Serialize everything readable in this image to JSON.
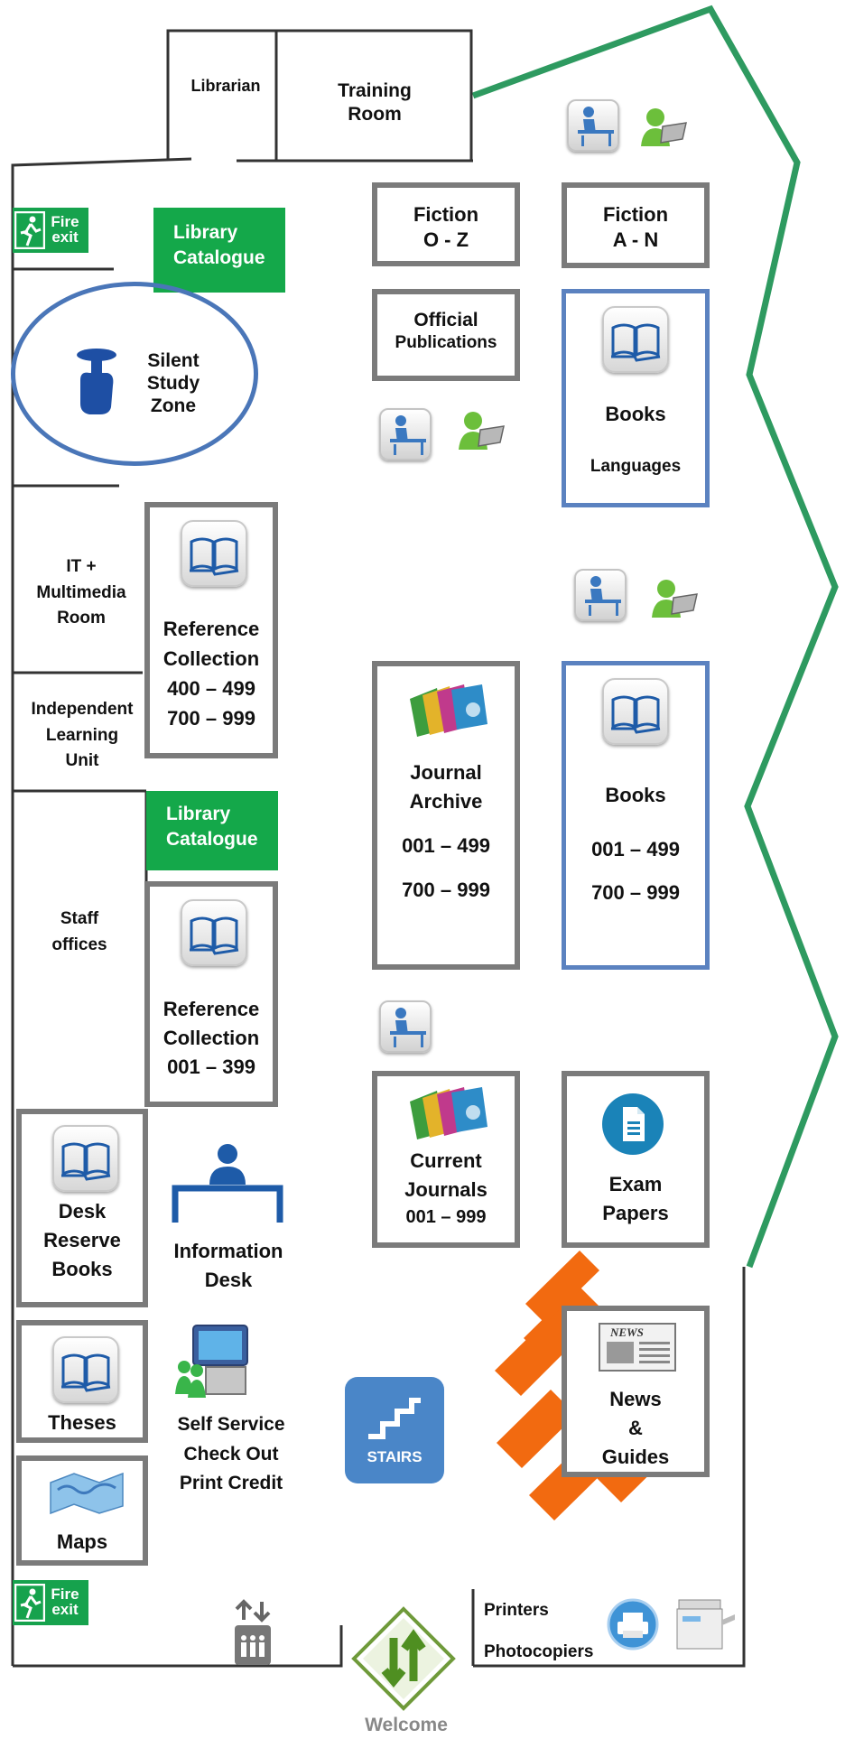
{
  "rooms": {
    "librarian": "Librarian",
    "training_room": [
      "Training",
      "Room"
    ],
    "it_multimedia": [
      "IT +",
      "Multimedia",
      "Room"
    ],
    "independent_learning": [
      "Independent",
      "Learning",
      "Unit"
    ],
    "staff_offices": [
      "Staff",
      "offices"
    ]
  },
  "fire_exit": [
    "Fire",
    "exit"
  ],
  "catalogue": [
    "Library",
    "Catalogue"
  ],
  "silent_zone": [
    "Silent",
    "Study",
    "Zone"
  ],
  "fiction_oz": [
    "Fiction",
    "O - Z"
  ],
  "fiction_an": [
    "Fiction",
    "A - N"
  ],
  "official_pubs": [
    "Official",
    "Publications"
  ],
  "books_languages": {
    "title": "Books",
    "sub": "Languages"
  },
  "reference_1": [
    "Reference",
    "Collection",
    "400 – 499",
    "700 – 999"
  ],
  "reference_2": [
    "Reference",
    "Collection",
    "001 – 399"
  ],
  "journal_archive": [
    "Journal",
    "Archive",
    "001 – 499",
    "700 – 999"
  ],
  "books_main": [
    "Books",
    "001 – 499",
    "700 – 999"
  ],
  "current_journals": [
    "Current",
    "Journals",
    "001 – 999"
  ],
  "exam_papers": [
    "Exam",
    "Papers"
  ],
  "desk_reserve": [
    "Desk",
    "Reserve",
    "Books"
  ],
  "information_desk": [
    "Information",
    "Desk"
  ],
  "theses": "Theses",
  "maps": "Maps",
  "self_service": [
    "Self Service",
    "Check Out",
    "Print Credit"
  ],
  "stairs": "STAIRS",
  "news_guides": [
    "News",
    "&",
    "Guides"
  ],
  "news_paper_title": "NEWS",
  "printers": "Printers",
  "photocopiers": "Photocopiers",
  "welcome": "Welcome",
  "colors": {
    "green_wall": "#2e9a60",
    "green_tag": "#14a84a",
    "grey_border": "#7b7b7b",
    "blue_border": "#5b82c0",
    "stairs_blue": "#4a86c8",
    "orange": "#f26a10"
  },
  "icons": [
    "fire-exit-icon",
    "book-icon",
    "study-desk-icon",
    "computer-user-icon",
    "silence-hand-icon",
    "journal-icon",
    "document-icon",
    "information-desk-icon",
    "self-service-kiosk-icon",
    "map-icon",
    "newspaper-icon",
    "stairs-icon",
    "lift-icon",
    "entrance-arrows-icon",
    "printer-icon",
    "photocopier-icon"
  ]
}
